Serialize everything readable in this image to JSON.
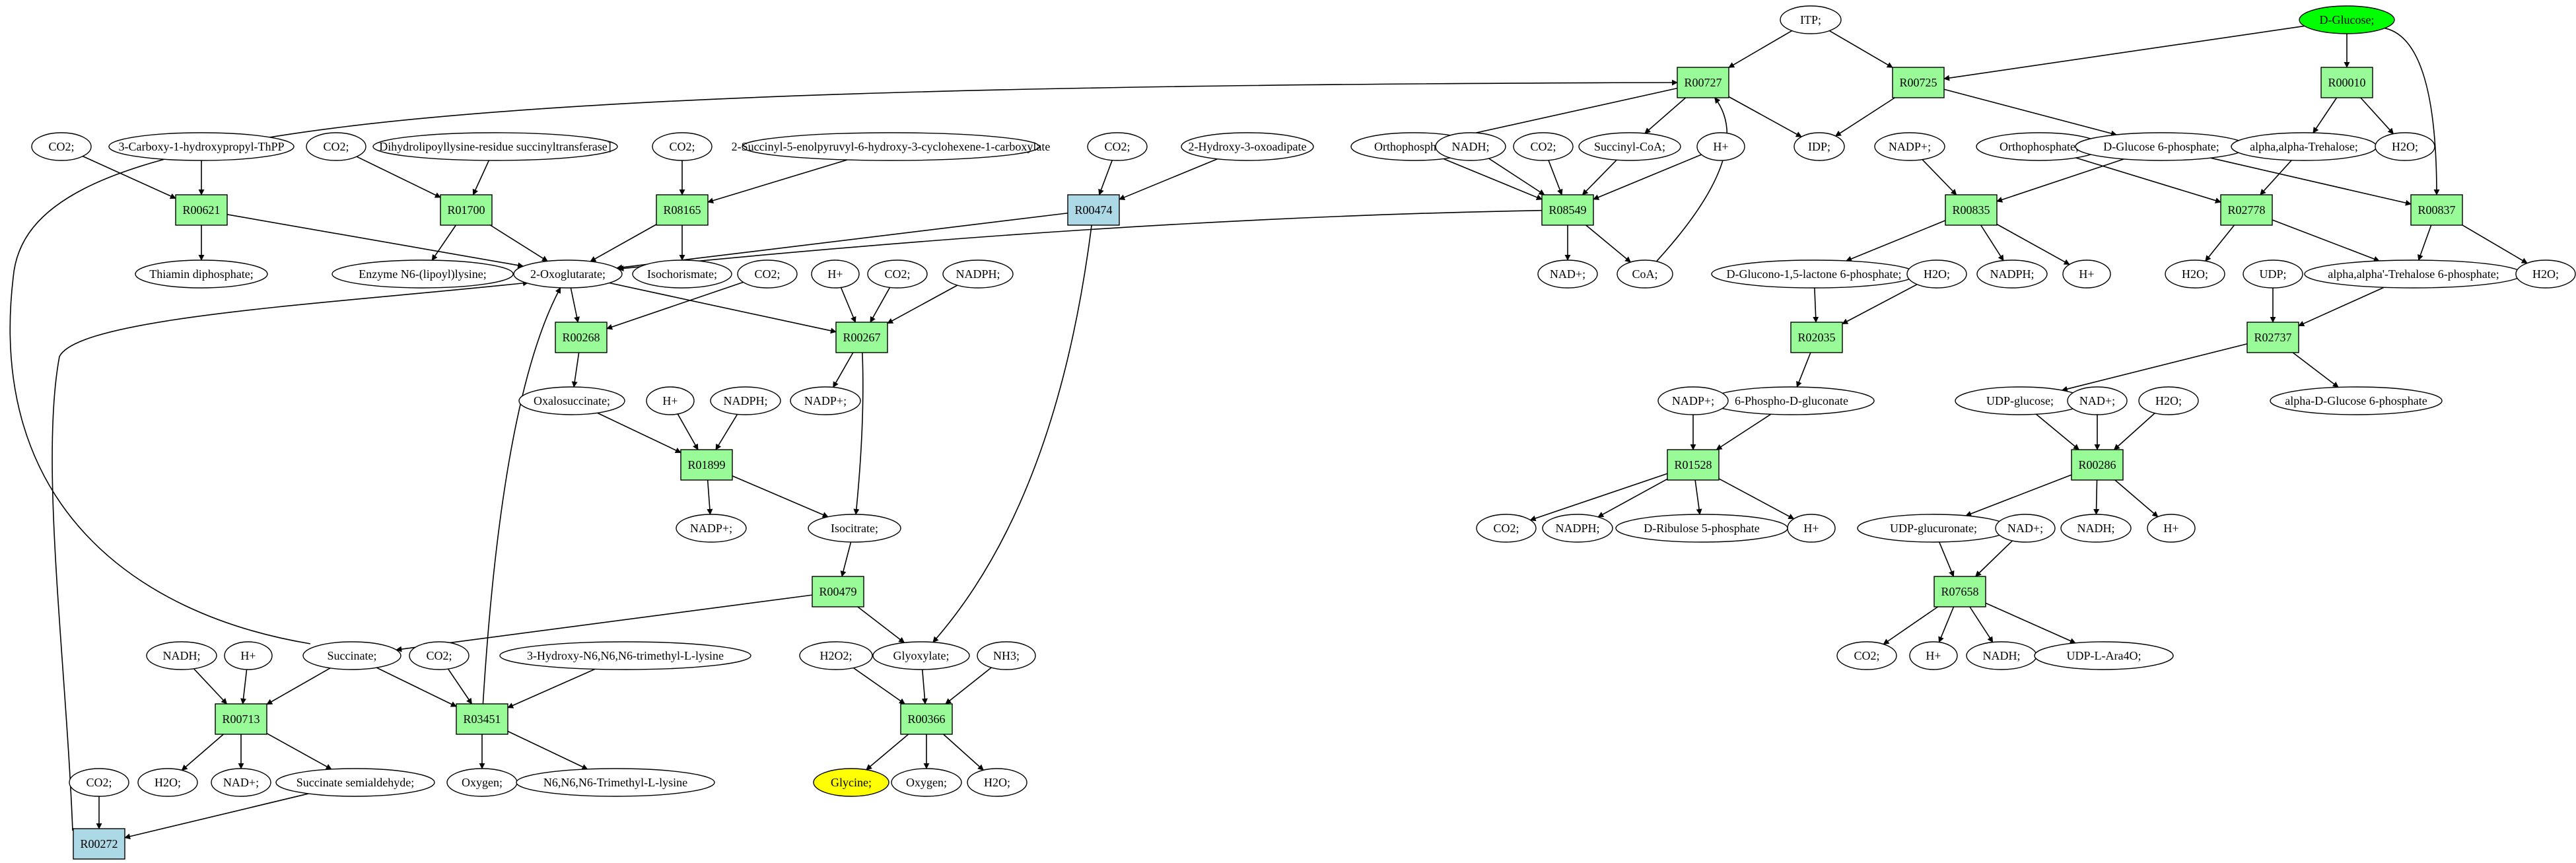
{
  "colors": {
    "reaction_fill": "#98fb98",
    "reaction_alt_fill": "#add8e6",
    "source_fill": "#00ff00",
    "target_fill": "#ffff00",
    "stroke": "#000000",
    "background": "#ffffff"
  },
  "compounds": {
    "itp": "ITP;",
    "dglucose": "D-Glucose;",
    "co2_a": "CO2;",
    "carboxy": "3-Carboxy-1-hydroxypropyl-ThPP",
    "co2_b": "CO2;",
    "dihydro": "Dihydrolipoyllysine-residue succinyltransferase]",
    "co2_c": "CO2;",
    "succinyl": "2-Succinyl-5-enolpyruvyl-6-hydroxy-3-cyclohexene-1-carboxylate",
    "co2_d": "CO2;",
    "hydroxyoxo": "2-Hydroxy-3-oxoadipate",
    "thiamin": "Thiamin diphosphate;",
    "enzyme": "Enzyme N6-(lipoyl)lysine;",
    "oxoglut": "2-Oxoglutarate;",
    "isochor": "Isochorismate;",
    "co2_e": "CO2;",
    "h_a": "H+",
    "co2_f": "CO2;",
    "nadph_a": "NADPH;",
    "oxalosucc": "Oxalosuccinate;",
    "nadp_a": "NADP+;",
    "h_b": "H+",
    "nadph_b": "NADPH;",
    "nadp_b": "NADP+;",
    "isocitrate": "Isocitrate;",
    "nadh_a": "NADH;",
    "h_c": "H+",
    "succinate": "Succinate;",
    "co2_g": "CO2;",
    "hydroxytml": "3-Hydroxy-N6,N6,N6-trimethyl-L-lysine",
    "h2o2": "H2O2;",
    "glyoxylate": "Glyoxylate;",
    "nh3": "NH3;",
    "h2o_a": "H2O;",
    "nad_a": "NAD+;",
    "succsemi": "Succinate semialdehyde;",
    "oxygen_a": "Oxygen;",
    "tml": "N6,N6,N6-Trimethyl-L-lysine",
    "glycine": "Glycine;",
    "oxygen_b": "Oxygen;",
    "h2o_b": "H2O;",
    "co2_h": "CO2;",
    "orthophos_a": "Orthophosphate;",
    "nadh_b": "NADH;",
    "co2_i": "CO2;",
    "succoa": "Succinyl-CoA;",
    "h_d": "H+",
    "idp": "IDP;",
    "nadp_c": "NADP+;",
    "orthophos_b": "Orthophosphate;",
    "g6p": "D-Glucose 6-phosphate;",
    "trehalose": "alpha,alpha-Trehalose;",
    "h2o_c": "H2O;",
    "nad_b": "NAD+;",
    "coa": "CoA;",
    "nadph_c": "NADPH;",
    "h_e": "H+",
    "gluconolactone": "D-Glucono-1,5-lactone 6-phosphate;",
    "h2o_d": "H2O;",
    "h2o_e": "H2O;",
    "udp": "UDP;",
    "t6p": "alpha,alpha'-Trehalose 6-phosphate;",
    "h2o_f": "H2O;",
    "phosphogluconate": "6-Phospho-D-gluconate",
    "nadp_d": "NADP+;",
    "udpglucose": "UDP-glucose;",
    "nad_c": "NAD+;",
    "h2o_g": "H2O;",
    "glc6p": "alpha-D-Glucose 6-phosphate",
    "co2_j": "CO2;",
    "nadph_d": "NADPH;",
    "ribulose": "D-Ribulose 5-phosphate",
    "h_f": "H+",
    "udpglucuronate": "UDP-glucuronate;",
    "nad_d": "NAD+;",
    "nadh_c": "NADH;",
    "h_g": "H+",
    "co2_k": "CO2;",
    "h_h": "H+",
    "nadh_d": "NADH;",
    "udpara": "UDP-L-Ara4O;"
  },
  "reactions": {
    "R00727": "R00727",
    "R00725": "R00725",
    "R00010": "R00010",
    "R00621": "R00621",
    "R01700": "R01700",
    "R08165": "R08165",
    "R00474": "R00474",
    "R08549": "R08549",
    "R00835": "R00835",
    "R02778": "R02778",
    "R00837": "R00837",
    "R00268": "R00268",
    "R00267": "R00267",
    "R02035": "R02035",
    "R02737": "R02737",
    "R01899": "R01899",
    "R01528": "R01528",
    "R00286": "R00286",
    "R00479": "R00479",
    "R07658": "R07658",
    "R00713": "R00713",
    "R03451": "R03451",
    "R00366": "R00366",
    "R00272": "R00272"
  }
}
